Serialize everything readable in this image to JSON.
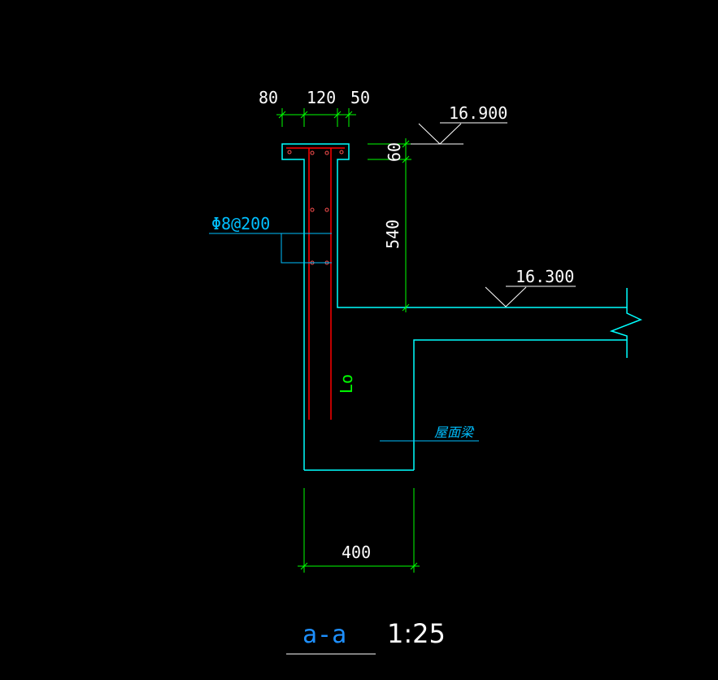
{
  "colors": {
    "background": "#000000",
    "outline": "#00FFFF",
    "rebar": "#FF0000",
    "dimension": "#00FF00",
    "text": "#FFFFFF",
    "leader": "#00BFFF",
    "title": "#1E90FF"
  },
  "dimensions": {
    "top_left": "80",
    "top_mid": "120",
    "top_right": "50",
    "flange_height": "60",
    "stem_height": "540",
    "beam_width": "400"
  },
  "elevations": {
    "upper": "16.900",
    "lower": "16.300"
  },
  "labels": {
    "rebar_spec": "Φ8@200",
    "anchor_length": "Lo",
    "roof_beam": "屋面梁"
  },
  "title": {
    "section": "a-a",
    "scale": "1:25"
  }
}
